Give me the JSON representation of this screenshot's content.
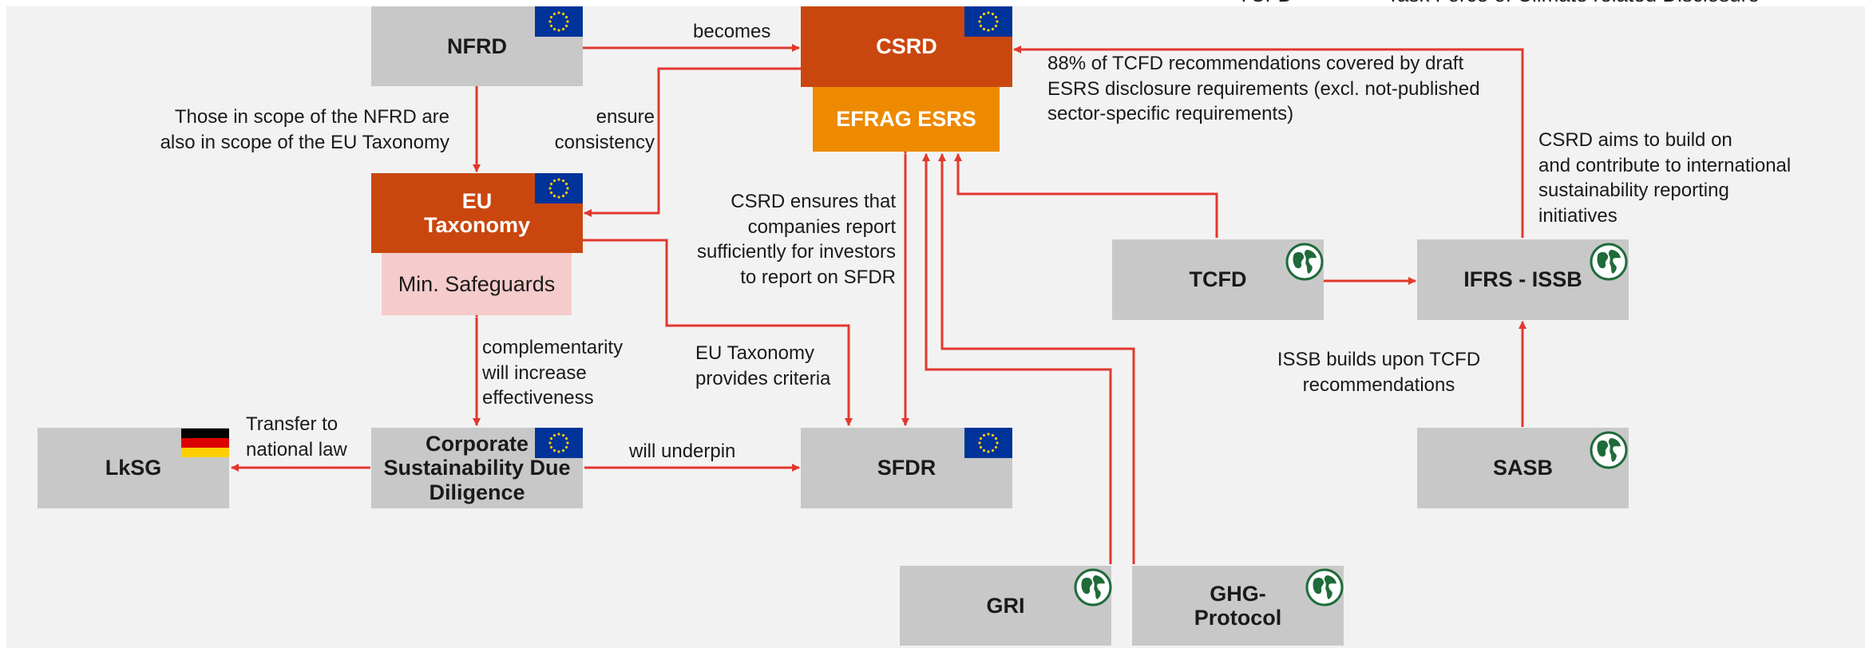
{
  "legend_fragment": {
    "abbr": "TCFD",
    "full": "Task Force of Climate related Disclosure"
  },
  "nodes": {
    "nfrd": "NFRD",
    "csrd": "CSRD",
    "efrag_esrs": "EFRAG ESRS",
    "eu_taxonomy_l1": "EU",
    "eu_taxonomy_l2": "Taxonomy",
    "min_safeguards": "Min. Safeguards",
    "tcfd": "TCFD",
    "ifrs_issb": "IFRS - ISSB",
    "lksg": "LkSG",
    "csdd_l1": "Corporate",
    "csdd_l2": "Sustainability Due",
    "csdd_l3": "Diligence",
    "sfdr": "SFDR",
    "sasb": "SASB",
    "gri": "GRI",
    "ghg_l1": "GHG-",
    "ghg_l2": "Protocol"
  },
  "labels": {
    "becomes": "becomes",
    "nfrd_scope_l1": "Those in scope of the NFRD are",
    "nfrd_scope_l2": "also in scope of the EU Taxonomy",
    "ensure_l1": "ensure",
    "ensure_l2": "consistency",
    "tcfd_cov_l1": "88% of TCFD recommendations covered by draft",
    "tcfd_cov_l2": "ESRS disclosure requirements (excl. not-published",
    "tcfd_cov_l3": "sector-specific requirements)",
    "csrd_aims_l1": "CSRD aims to build on",
    "csrd_aims_l2": "and contribute to international",
    "csrd_aims_l3": "sustainability reporting",
    "csrd_aims_l4": "initiatives",
    "csrd_ensures_l1": "CSRD ensures that",
    "csrd_ensures_l2": "companies report",
    "csrd_ensures_l3": "sufficiently for investors",
    "csrd_ensures_l4": "to report on SFDR",
    "compl_l1": "complementarity",
    "compl_l2": "will increase",
    "compl_l3": "effectiveness",
    "taxo_criteria_l1": "EU Taxonomy",
    "taxo_criteria_l2": "provides criteria",
    "issb_builds_l1": "ISSB builds upon TCFD",
    "issb_builds_l2": "recommendations",
    "transfer_l1": "Transfer to",
    "transfer_l2": "national law",
    "underpin": "will underpin"
  },
  "colors": {
    "arrow": "#e2382d",
    "box_grey": "#c8c8c8",
    "box_orange_dark": "#c9470f",
    "box_orange_light": "#ee8a00",
    "box_pink": "#f6cbcb",
    "eu_flag": "#003399",
    "globe": "#1f6b3a"
  },
  "icons": {
    "eu": "eu-flag-icon",
    "germany": "germany-flag-icon",
    "globe": "globe-icon"
  }
}
